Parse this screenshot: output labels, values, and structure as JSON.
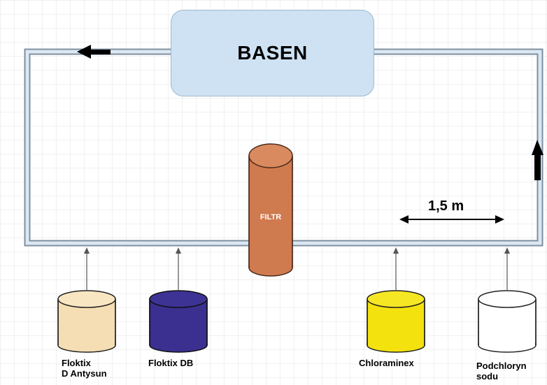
{
  "basin": {
    "label": "BASEN"
  },
  "filter": {
    "label": "FILTR"
  },
  "distance": {
    "label": "1,5 m"
  },
  "chemicals": [
    {
      "line1": "Floktix",
      "line2": "D Antysun",
      "color": "#f5deb3"
    },
    {
      "line1": "Floktix DB",
      "line2": "",
      "color": "#3b2f8f"
    },
    {
      "line1": "Chloraminex",
      "line2": "",
      "color": "#f3e20d"
    },
    {
      "line1": "Podchloryn",
      "line2": "sodu",
      "color": "#ffffff"
    }
  ],
  "colors": {
    "pipe": "#cfe2f3",
    "pipe_border": "#7f8f9f",
    "filter": "#d07a4f",
    "basin": "#cfe2f3"
  }
}
